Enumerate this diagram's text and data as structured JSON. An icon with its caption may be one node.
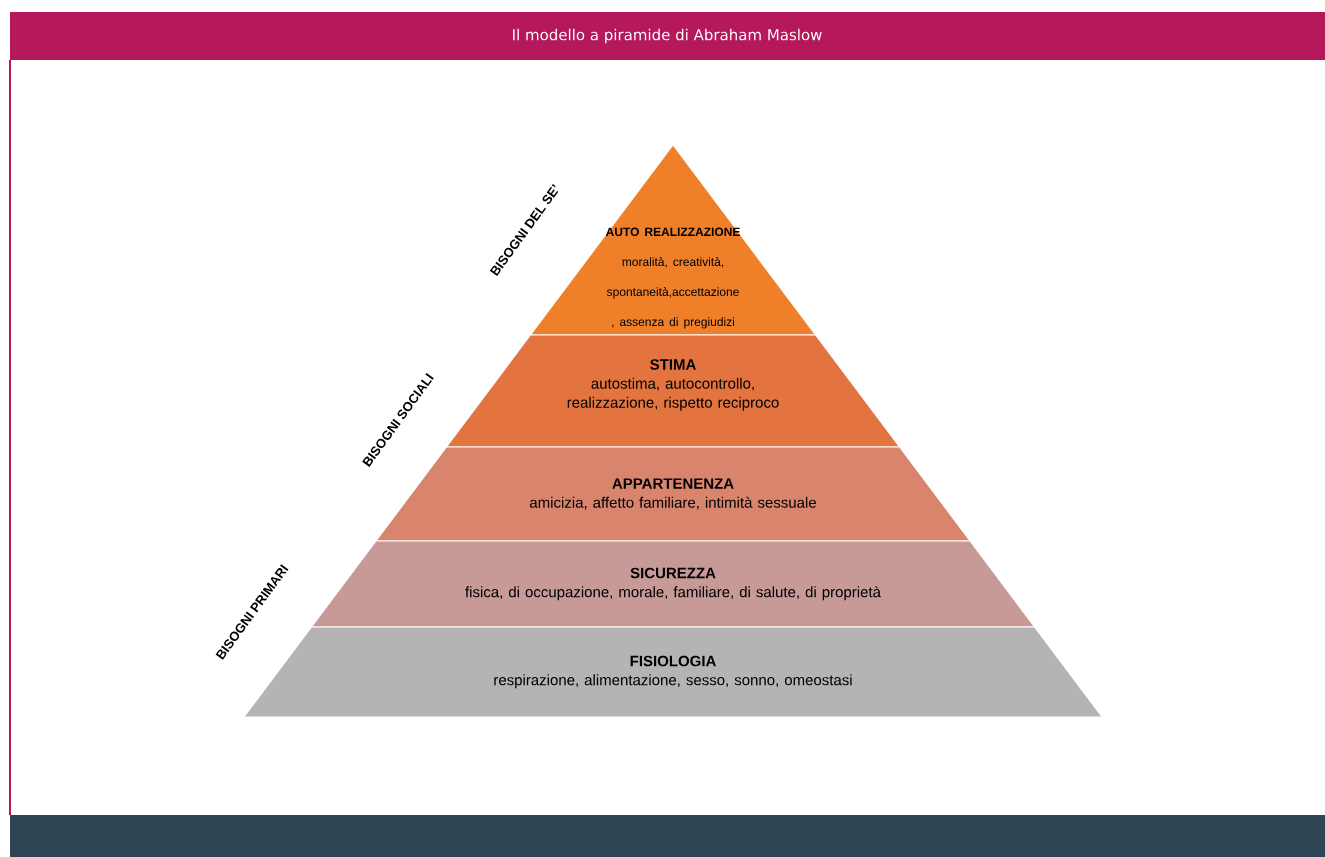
{
  "diagram": {
    "title": "Il modello a piramide di Abraham Maslow",
    "nodes": [
      {
        "text": [
          "AUTO REALIZZAZIONE",
          "moralità, creatività, spontaneità,accettazione , assenza di pregiudizi"
        ]
      },
      {
        "text": [
          "STIMA",
          "autostima, autocontrollo, realizzazione, rispetto reciproco"
        ]
      },
      {
        "text": [
          "APPARTENENZA",
          "amicizia, affetto familiare, intimità sessuale"
        ]
      },
      {
        "text": [
          "SICUREZZA",
          "fisica, di occupazione, morale, familiare, di salute, di proprietà"
        ]
      },
      {
        "text": [
          "FISIOLOGIA",
          "respirazione, alimentazione, sesso, sonno, omeostasi"
        ]
      }
    ],
    "labels": [
      "BISOGNI DEL SE’",
      "BISOGNI SOCIALI",
      "BISOGNI PRIMARI"
    ]
  }
}
